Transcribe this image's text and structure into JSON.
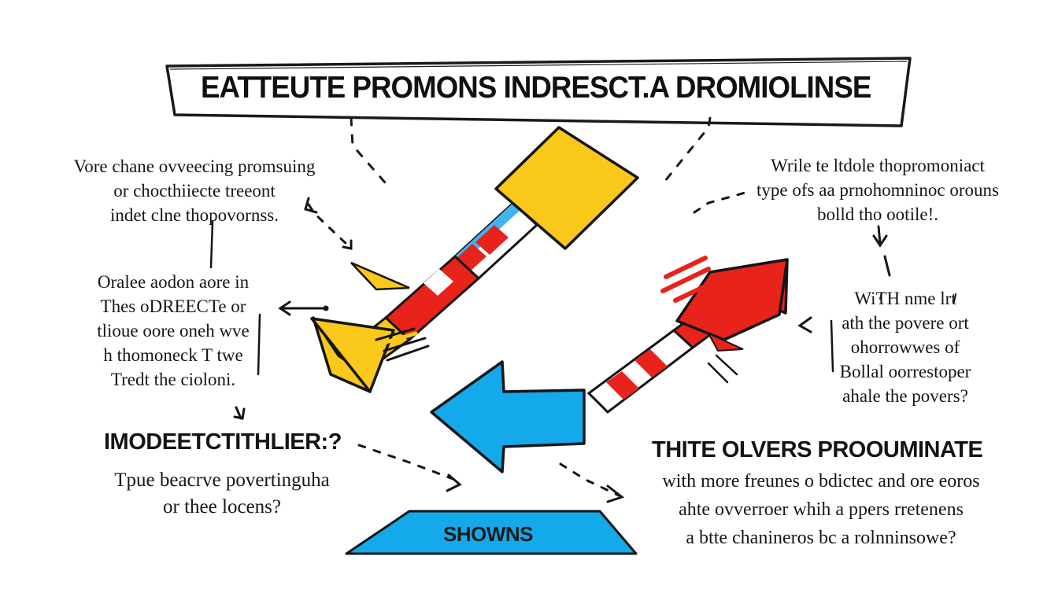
{
  "title": "EATTEUTE PROMONS INDRESCT.A DROMIOLINSE",
  "colors": {
    "yellow": "#f9c81a",
    "red": "#e8231c",
    "blue": "#14a9ea",
    "ink": "#151515"
  },
  "notes": {
    "left_top": [
      "Vore chane ovveecing promsuing",
      "or chocthiiecte treeont",
      "indet clne thopovornss."
    ],
    "left_mid": [
      "Oralee aodon aore in",
      "Thes oDREECTe or",
      "tlioue oore oneh wve",
      "h thomoneck T twe",
      "Tredt the cioloni."
    ],
    "right_top": [
      "Wrile te ltdole thopromoniact",
      "type ofs aa prnohomninoc orouns",
      "bolld tho ootile!."
    ],
    "right_mid": [
      "WiTH nme lrt",
      "ath the povere ort",
      "ohorrowwes of",
      "Bollal oorrestoper",
      "ahale the povers?"
    ]
  },
  "heading_left": "IMODEETCTITHLIER:?",
  "question_left": [
    "Tpue beacrve povertinguha",
    "or thee locens?"
  ],
  "heading_right": "THITE OLVERS PROOUMINATE",
  "subtext_right": [
    "with more freunes o bdictec and ore eoros",
    "ahte ovverroer whih a ppers rretenens",
    "a btte chanineros bc a rolnninsowe?"
  ],
  "base_label": "SHOWNS"
}
